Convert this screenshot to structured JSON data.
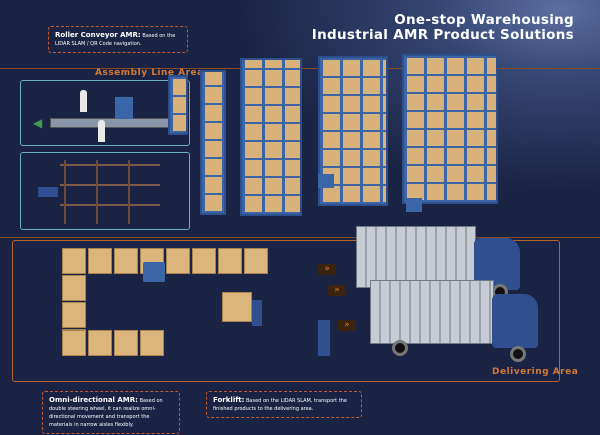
{
  "header": {
    "title_line1": "One-stop Warehousing",
    "title_line2": "Industrial AMR Product Solutions"
  },
  "areas": {
    "assembly": "Assembly Line Area",
    "delivering": "Delivering Area"
  },
  "callouts": [
    {
      "name": "Roller Conveyor AMR:",
      "text": "Based on the LIDAR SLAM / QR Code navigation."
    },
    {
      "name": "Omni-directional AMR:",
      "text": "Based on double steering wheel, it can realize omni-directional movement and transport the materials in narrow aisles flexibly."
    },
    {
      "name": "Forklift:",
      "text": "Based on the LIDAR SLAM, transport the finished products to the delivering area."
    }
  ],
  "colors": {
    "background": "#1b2345",
    "accent": "#d27a35",
    "rack": "#3c65a8"
  }
}
